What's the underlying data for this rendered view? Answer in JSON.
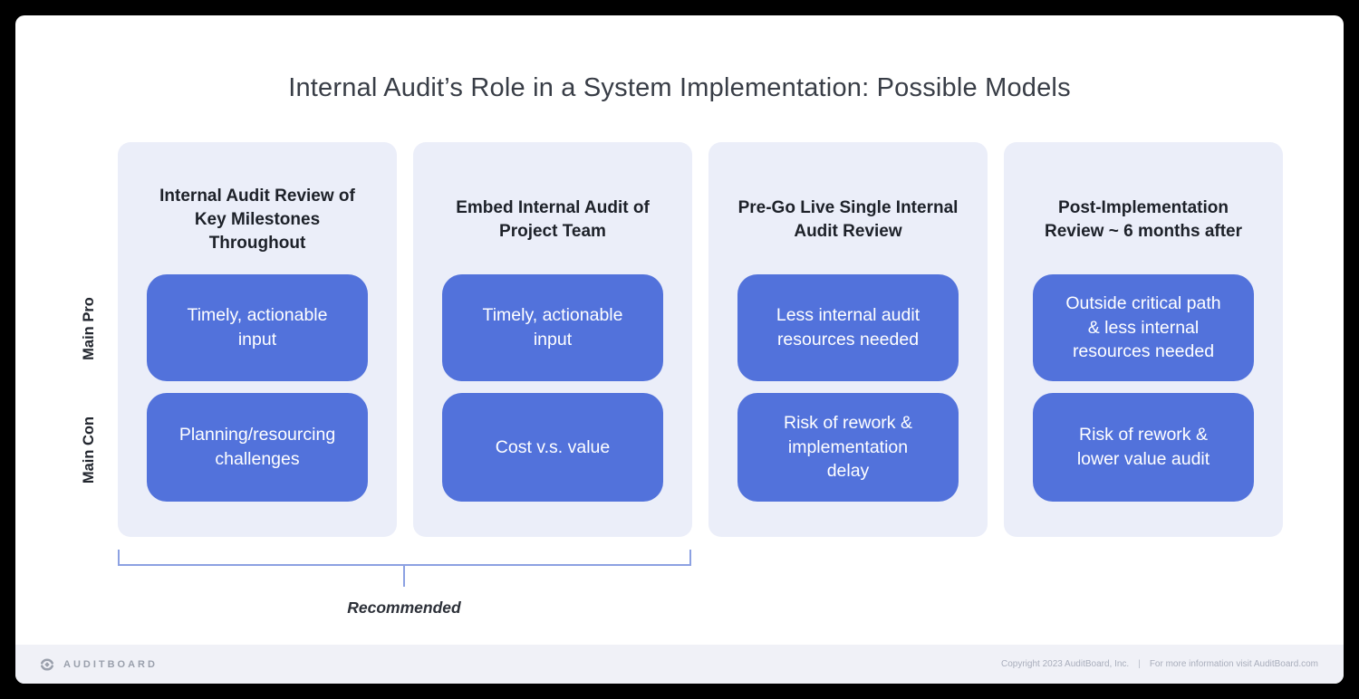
{
  "page": {
    "title": "Internal Audit’s Role in a System Implementation: Possible Models"
  },
  "row_labels": {
    "pro": "Main Pro",
    "con": "Main Con"
  },
  "columns": [
    {
      "header": "Internal Audit Review of Key Milestones Throughout",
      "pro": "Timely, actionable input",
      "con": "Planning/resourcing challenges"
    },
    {
      "header": "Embed Internal Audit of Project Team",
      "pro": "Timely, actionable input",
      "con": "Cost v.s. value"
    },
    {
      "header": "Pre-Go Live Single Internal Audit Review",
      "pro": "Less internal audit resources needed",
      "con": "Risk of rework & implementation delay"
    },
    {
      "header": "Post-Implementation Review ~ 6 months after",
      "pro": "Outside critical path & less internal resources needed",
      "con": "Risk of rework & lower value audit"
    }
  ],
  "annotation": {
    "recommended_label": "Recommended"
  },
  "footer": {
    "brand": "AUDITBOARD",
    "logo_icon": "auditboard-eye-icon",
    "copyright": "Copyright 2023 AuditBoard, Inc.",
    "divider": "|",
    "info": "For more information visit AuditBoard.com"
  },
  "colors": {
    "accent_blue": "#5272db",
    "column_bg": "#ebeef9",
    "bracket_blue": "#8ca1e2",
    "footer_bg": "#f0f1f7",
    "frame": "#000000"
  }
}
